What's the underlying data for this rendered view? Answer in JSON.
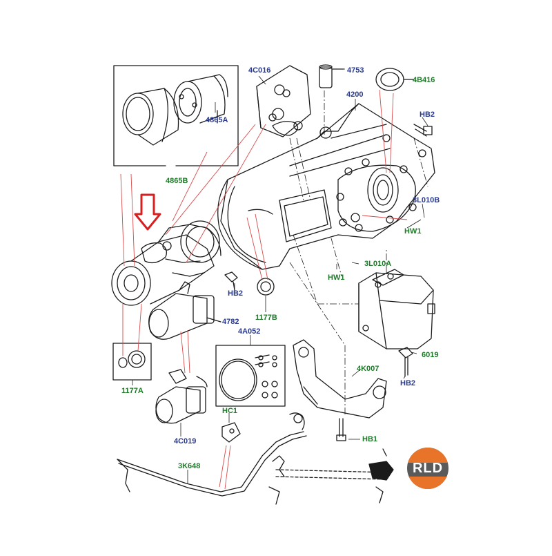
{
  "colors": {
    "line": "#1a1a1a",
    "leader_red": "#d94a4a",
    "label_blue": "#2a3a8c",
    "label_green": "#1f7a2a",
    "arrow_red": "#d61f1f"
  },
  "labels": {
    "l4C016": "4C016",
    "l4753": "4753",
    "l4B416": "4B416",
    "l4200": "4200",
    "lHB2_top": "HB2",
    "l4865A": "4865A",
    "l4865B": "4865B",
    "l3L010B": "3L010B",
    "lHW1_right": "HW1",
    "l3L010A": "3L010A",
    "lHW1_mid": "HW1",
    "lHB2_mid": "HB2",
    "l1177B": "1177B",
    "l4782": "4782",
    "l4A052": "4A052",
    "l6019": "6019",
    "l1177A": "1177A",
    "l4K007": "4K007",
    "lHB2_bottom": "HB2",
    "lHC1": "HC1",
    "l4C019": "4C019",
    "lHB1": "HB1",
    "l3K648": "3K648"
  },
  "logo": {
    "text": "RLD"
  },
  "icons": {
    "pointer": "down-arrow-icon"
  }
}
